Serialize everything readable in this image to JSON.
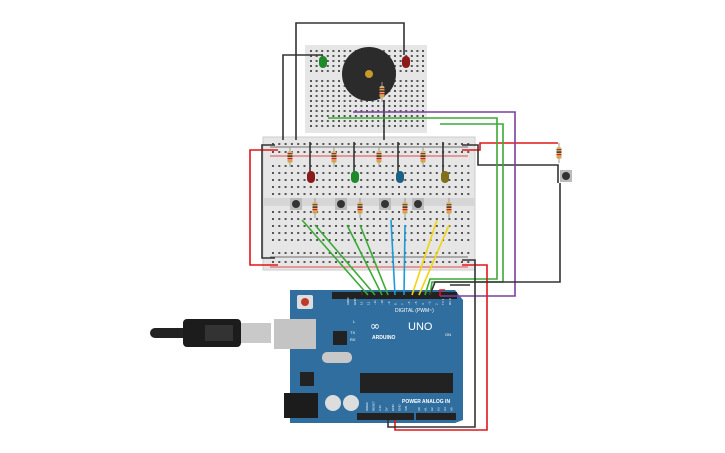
{
  "arduino": {
    "brand": "ARDUINO",
    "model": "UNO",
    "digital_label": "DIGITAL (PWM~)",
    "power_label": "POWER",
    "analog_label": "ANALOG IN",
    "led_l": "L",
    "led_tx": "TX",
    "led_rx": "RX",
    "led_on": "ON",
    "digital_pins": [
      "AREF",
      "GND",
      "13",
      "12",
      "~11",
      "~10",
      "~9",
      "8",
      "7",
      "~6",
      "~5",
      "4",
      "~3",
      "2",
      "TX 1",
      "RX 0"
    ],
    "power_pins": [
      "IOREF",
      "RESET",
      "3.3V",
      "5V",
      "GND",
      "GND",
      "VIN"
    ],
    "analog_pins": [
      "A0",
      "A1",
      "A2",
      "A3",
      "A4",
      "A5"
    ]
  },
  "components": {
    "leds": [
      {
        "color": "#8b1a1a"
      },
      {
        "color": "#1f8a2a"
      },
      {
        "color": "#1c5f86"
      },
      {
        "color": "#80701a"
      }
    ],
    "top_leds": [
      {
        "color": "#1f8a2a"
      },
      {
        "color": "#8b1a1a"
      }
    ]
  },
  "colors": {
    "wire_red": "#e0161b",
    "wire_black": "#333333",
    "wire_green": "#3aaa35",
    "wire_blue": "#1a9ad6",
    "wire_yellow": "#f2d40c",
    "wire_purple": "#7b3f9e",
    "board": "#2f6e9e",
    "breadboard": "#e6e6e6"
  }
}
